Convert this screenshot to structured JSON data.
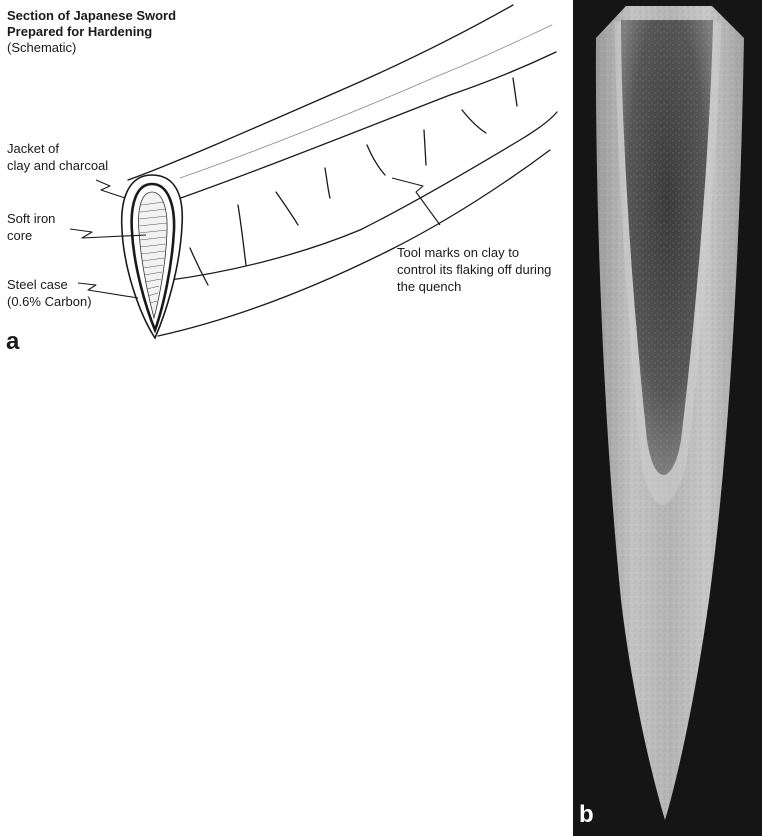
{
  "panel_a": {
    "title_line1": "Section of Japanese Sword",
    "title_line2": "Prepared for Hardening",
    "subtitle": "(Schematic)",
    "labels": {
      "jacket_line1": "Jacket of",
      "jacket_line2": "clay and charcoal",
      "core_line1": "Soft iron",
      "core_line2": "core",
      "case_line1": "Steel case",
      "case_line2": "(0.6% Carbon)",
      "tool_line1": "Tool marks on clay to",
      "tool_line2": "control its flaking off during",
      "tool_line3": "the quench"
    },
    "letter": "a"
  },
  "panel_b": {
    "letter": "b",
    "description_colors": {
      "background": "#151515",
      "case": "#bdbdbd",
      "core": "#4a4a4a"
    }
  }
}
